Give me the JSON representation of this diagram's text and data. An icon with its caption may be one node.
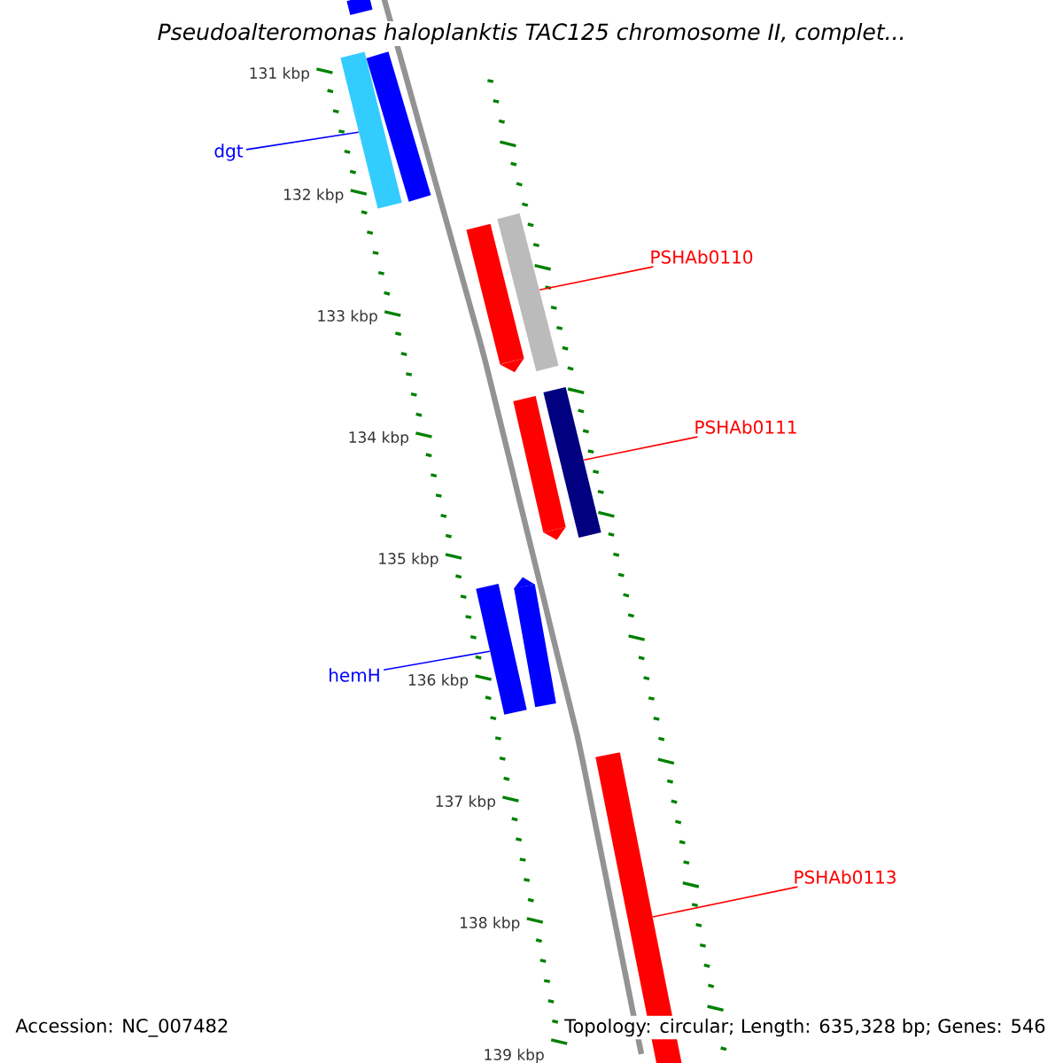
{
  "diagram": {
    "title": "Pseudoalteromonas haloplanktis TAC125 chromosome II, complet...",
    "nodes": [
      {
        "text": [],
        "shape": "bar"
      },
      {
        "text": [],
        "shape": "bar"
      },
      {
        "text": [],
        "shape": "bar"
      },
      {
        "text": [
          "dgt"
        ]
      },
      {
        "text": [],
        "shape": "bar"
      },
      {
        "text": [
          "PSHAb0110"
        ]
      },
      {
        "text": [],
        "shape": "bar"
      },
      {
        "text": [],
        "shape": "bar"
      },
      {
        "text": [],
        "shape": "bar"
      },
      {
        "text": [
          "PSHAb0111"
        ]
      },
      {
        "text": [],
        "shape": "bar"
      },
      {
        "text": [],
        "shape": "bar"
      },
      {
        "text": [
          "hemH"
        ]
      },
      {
        "text": [],
        "shape": "bar"
      },
      {
        "text": [
          "PSHAb0113"
        ]
      }
    ],
    "edges": [
      {
        "from": 3,
        "to": 1,
        "arrow": "none",
        "color": "#0000ff"
      },
      {
        "from": 5,
        "to": 6,
        "arrow": "none"
      },
      {
        "from": 9,
        "to": 8,
        "arrow": "none"
      },
      {
        "from": 12,
        "to": 10,
        "arrow": "none",
        "color": "#0000ff"
      },
      {
        "from": 14,
        "to": 13,
        "arrow": "none"
      }
    ],
    "labels": [
      "131 kbp",
      "132 kbp",
      "133 kbp",
      "134 kbp",
      "135 kbp",
      "136 kbp",
      "137 kbp",
      "138 kbp",
      "139 kbp",
      "Accession: NC_007482",
      "Topology: circular; Length: 635,328 bp; Genes: 546"
    ]
  }
}
